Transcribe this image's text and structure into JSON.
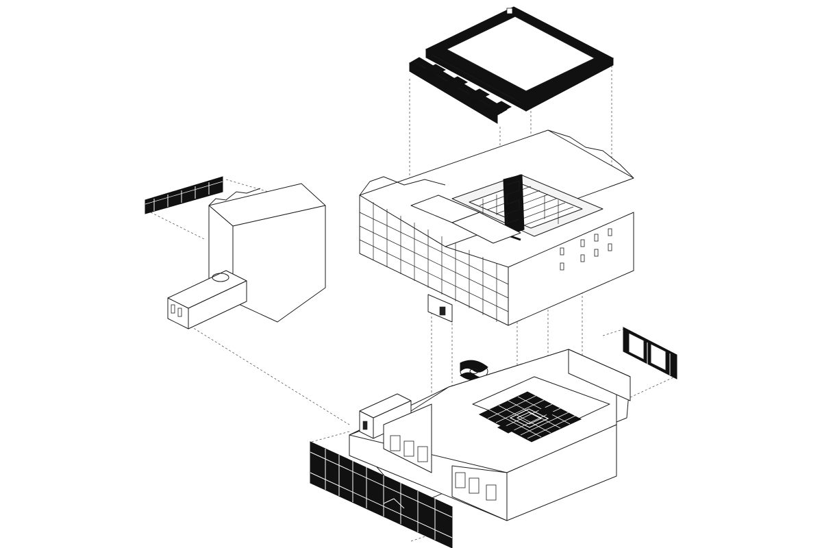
{
  "diagram": {
    "kind": "exploded axonometric architectural drawing",
    "colors": {
      "line": "#1a1a1a",
      "solid": "#111111",
      "background": "#ffffff",
      "guide": "#555555"
    },
    "components": [
      "roof-frame",
      "main-courtyard-building",
      "annex-building",
      "annex-facade-strip",
      "spiral-stair",
      "ground-podium",
      "atrium-grid",
      "podium-facade-elevation",
      "right-facade-panel"
    ]
  }
}
